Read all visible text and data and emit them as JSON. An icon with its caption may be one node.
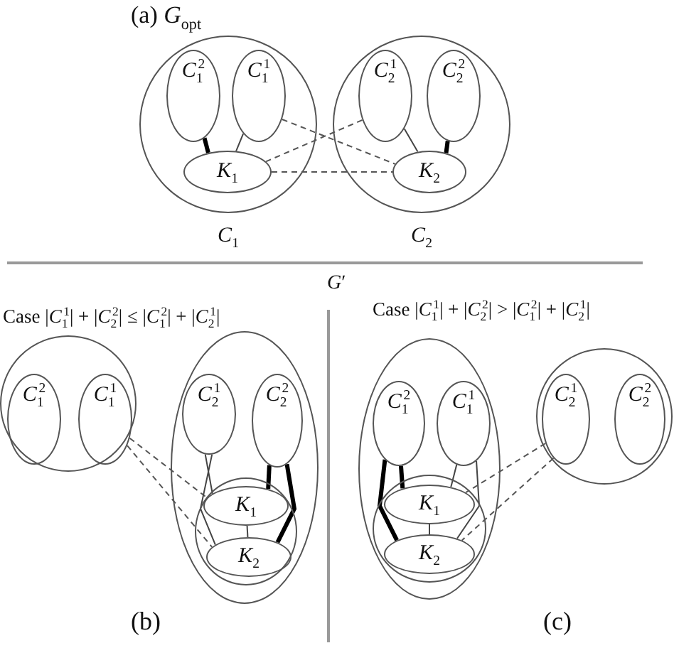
{
  "diagram": {
    "nodes": [
      {
        "text": [
          "C$_{1}$"
        ]
      },
      {
        "text": [
          "C$_{1}$$^{2}$"
        ],
        "in": 0
      },
      {
        "text": [
          "C$_{1}$$^{1}$"
        ],
        "in": 0
      },
      {
        "text": [
          "K$_{1}$"
        ],
        "in": 0
      },
      {
        "text": [
          "C$_{2}$"
        ]
      },
      {
        "text": [
          "C$_{2}$$^{1}$"
        ],
        "in": 4
      },
      {
        "text": [
          "C$_{2}$$^{2}$"
        ],
        "in": 4
      },
      {
        "text": [
          "K$_{2}$"
        ],
        "in": 4
      },
      {
        "text": [],
        "shape": "circle"
      },
      {
        "text": [
          "C$_{1}$$^{2}$"
        ],
        "in": 8
      },
      {
        "text": [
          "C$_{1}$$^{1}$"
        ],
        "in": 8
      },
      {
        "text": [],
        "shape": "ellipse"
      },
      {
        "text": [
          "C$_{2}$$^{1}$"
        ],
        "in": 11
      },
      {
        "text": [
          "C$_{2}$$^{2}$"
        ],
        "in": 11
      },
      {
        "text": [],
        "shape": "ellipse",
        "in": 11
      },
      {
        "text": [
          "K$_{1}$"
        ],
        "in": 14
      },
      {
        "text": [
          "K$_{2}$"
        ],
        "in": 14
      },
      {
        "text": [],
        "shape": "ellipse"
      },
      {
        "text": [
          "C$_{1}$$^{2}$"
        ],
        "in": 17
      },
      {
        "text": [
          "C$_{1}$$^{1}$"
        ],
        "in": 17
      },
      {
        "text": [],
        "shape": "ellipse",
        "in": 17
      },
      {
        "text": [
          "K$_{1}$"
        ],
        "in": 20
      },
      {
        "text": [
          "K$_{2}$"
        ],
        "in": 20
      },
      {
        "text": [],
        "shape": "circle"
      },
      {
        "text": [
          "C$_{2}$$^{1}$"
        ],
        "in": 23
      },
      {
        "text": [
          "C$_{2}$$^{2}$"
        ],
        "in": 23
      }
    ],
    "edges": [
      {
        "from": 1,
        "to": 3,
        "arrow": "none",
        "style": "thick"
      },
      {
        "from": 2,
        "to": 3,
        "arrow": "none"
      },
      {
        "from": 2,
        "to": 7,
        "arrow": "none",
        "style": "dashed"
      },
      {
        "from": 5,
        "to": 3,
        "arrow": "none",
        "style": "dashed"
      },
      {
        "from": 3,
        "to": 7,
        "arrow": "none",
        "style": "dashed"
      },
      {
        "from": 5,
        "to": 7,
        "arrow": "none"
      },
      {
        "from": 6,
        "to": 7,
        "arrow": "none",
        "style": "thick"
      },
      {
        "from": 10,
        "to": 15,
        "arrow": "none",
        "style": "dashed"
      },
      {
        "from": 10,
        "to": 16,
        "arrow": "none",
        "style": "dashed"
      },
      {
        "from": 12,
        "to": 15,
        "arrow": "none"
      },
      {
        "from": 12,
        "to": 16,
        "arrow": "none"
      },
      {
        "from": 13,
        "to": 15,
        "arrow": "none",
        "style": "thick"
      },
      {
        "from": 13,
        "to": 16,
        "arrow": "none",
        "style": "thick"
      },
      {
        "from": 15,
        "to": 16,
        "arrow": "none"
      },
      {
        "from": 18,
        "to": 21,
        "arrow": "none",
        "style": "thick"
      },
      {
        "from": 18,
        "to": 22,
        "arrow": "none",
        "style": "thick"
      },
      {
        "from": 19,
        "to": 21,
        "arrow": "none"
      },
      {
        "from": 19,
        "to": 22,
        "arrow": "none"
      },
      {
        "from": 24,
        "to": 21,
        "arrow": "none",
        "style": "dashed"
      },
      {
        "from": 24,
        "to": 22,
        "arrow": "none",
        "style": "dashed"
      },
      {
        "from": 21,
        "to": 22,
        "arrow": "none"
      }
    ],
    "labels": [
      "(a) *G*$_{opt}$",
      "*G*′",
      "Case |*C*$_{1}$$^{1}$| + |*C*$_{2}$$^{2}$| ≤ |*C*$_{1}$$^{2}$| + |*C*$_{2}$$^{1}$|",
      "Case |*C*$_{1}$$^{1}$| + |*C*$_{2}$$^{2}$| > |*C*$_{1}$$^{2}$| + |*C*$_{2}$$^{1}$|",
      "(b)",
      "(c)"
    ]
  }
}
